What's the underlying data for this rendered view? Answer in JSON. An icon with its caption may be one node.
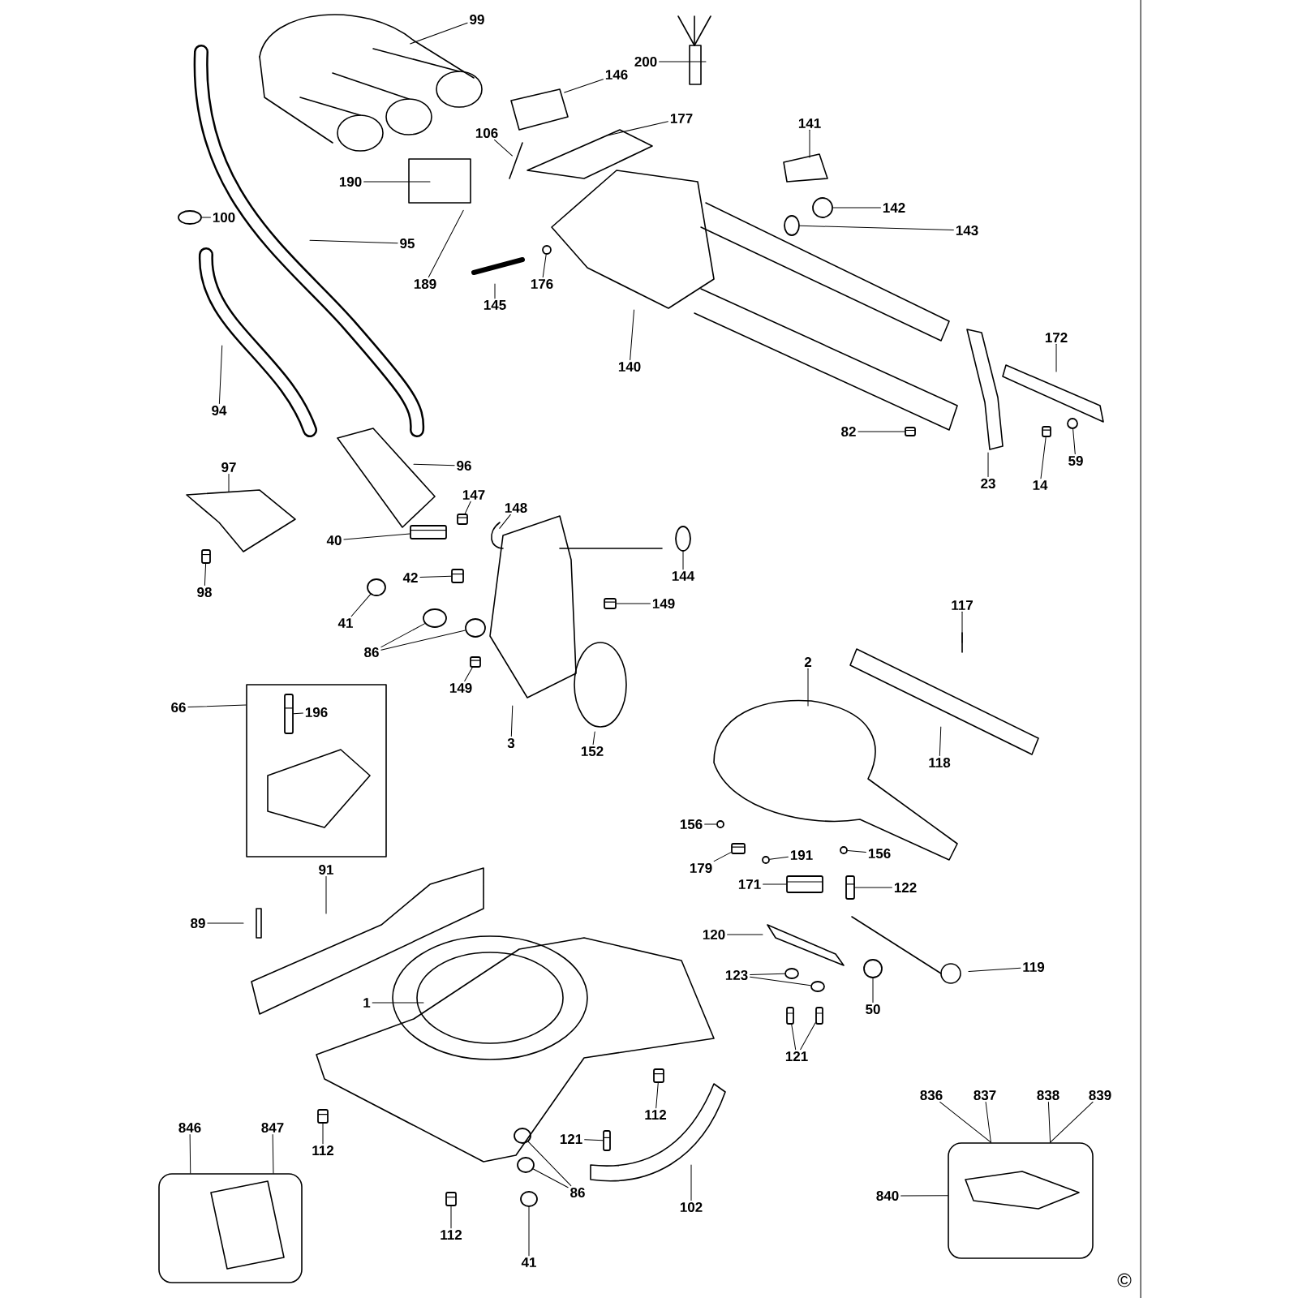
{
  "diagram": {
    "nodes": [
      {
        "text": [
          "99"
        ]
      },
      {
        "text": [
          "200"
        ]
      },
      {
        "text": [
          "146"
        ]
      },
      {
        "text": [
          "177"
        ]
      },
      {
        "text": [
          "106"
        ]
      },
      {
        "text": [
          "141"
        ]
      },
      {
        "text": [
          "142"
        ]
      },
      {
        "text": [
          "143"
        ]
      },
      {
        "text": [
          "190"
        ]
      },
      {
        "text": [
          "100"
        ]
      },
      {
        "text": [
          "95"
        ]
      },
      {
        "text": [
          "189"
        ]
      },
      {
        "text": [
          "145"
        ]
      },
      {
        "text": [
          "176"
        ]
      },
      {
        "text": [
          "140"
        ]
      },
      {
        "text": [
          "172"
        ]
      },
      {
        "text": [
          "82"
        ]
      },
      {
        "text": [
          "59"
        ]
      },
      {
        "text": [
          "23"
        ]
      },
      {
        "text": [
          "14"
        ]
      },
      {
        "text": [
          "94"
        ]
      },
      {
        "text": [
          "97"
        ]
      },
      {
        "text": [
          "96"
        ]
      },
      {
        "text": [
          "147"
        ]
      },
      {
        "text": [
          "148"
        ]
      },
      {
        "text": [
          "40"
        ]
      },
      {
        "text": [
          "42"
        ]
      },
      {
        "text": [
          "98"
        ]
      },
      {
        "text": [
          "41"
        ]
      },
      {
        "text": [
          "144"
        ]
      },
      {
        "text": [
          "149"
        ]
      },
      {
        "text": [
          "86"
        ]
      },
      {
        "text": [
          "149"
        ]
      },
      {
        "text": [
          "3"
        ]
      },
      {
        "text": [
          "152"
        ]
      },
      {
        "text": [
          "117"
        ]
      },
      {
        "text": [
          "2"
        ]
      },
      {
        "text": [
          "118"
        ]
      },
      {
        "text": [],
        "shape": "box"
      },
      {
        "text": [
          "66"
        ]
      },
      {
        "text": [
          "196"
        ],
        "in": 38
      },
      {
        "text": [
          "156"
        ]
      },
      {
        "text": [
          "191"
        ]
      },
      {
        "text": [
          "156"
        ]
      },
      {
        "text": [
          "179"
        ]
      },
      {
        "text": [
          "171"
        ]
      },
      {
        "text": [
          "122"
        ]
      },
      {
        "text": [
          "91"
        ]
      },
      {
        "text": [
          "89"
        ]
      },
      {
        "text": [
          "120"
        ]
      },
      {
        "text": [
          "119"
        ]
      },
      {
        "text": [
          "123"
        ]
      },
      {
        "text": [
          "50"
        ]
      },
      {
        "text": [
          "1"
        ]
      },
      {
        "text": [
          "121"
        ]
      },
      {
        "text": [
          "836"
        ]
      },
      {
        "text": [
          "837"
        ]
      },
      {
        "text": [
          "838"
        ]
      },
      {
        "text": [
          "839"
        ]
      },
      {
        "text": [
          "846"
        ]
      },
      {
        "text": [
          "847"
        ]
      },
      {
        "text": [
          "112"
        ]
      },
      {
        "text": [
          "112"
        ]
      },
      {
        "text": [
          "121"
        ]
      },
      {
        "text": [
          "86"
        ]
      },
      {
        "text": [
          "102"
        ]
      },
      {
        "text": [],
        "shape": "box"
      },
      {
        "text": [
          "840"
        ]
      },
      {
        "text": [],
        "shape": "box"
      },
      {
        "text": [
          "112"
        ]
      },
      {
        "text": [
          "41"
        ]
      },
      {
        "text": [],
        "shape": "circle"
      },
      {
        "text": [],
        "shape": "picture"
      },
      {
        "text": [],
        "shape": "picture",
        "in": 38
      },
      {
        "text": [],
        "shape": "picture"
      },
      {
        "text": [],
        "shape": "circle"
      },
      {
        "text": [],
        "shape": "picture"
      },
      {
        "text": [],
        "shape": "circle"
      },
      {
        "text": [],
        "shape": "picture"
      },
      {
        "text": [],
        "shape": "picture"
      },
      {
        "text": [],
        "shape": "picture"
      },
      {
        "text": [],
        "shape": "circle"
      },
      {
        "text": [],
        "shape": "picture"
      },
      {
        "text": [],
        "shape": "circle"
      },
      {
        "text": [],
        "shape": "circle"
      },
      {
        "text": [],
        "shape": "circle"
      },
      {
        "text": [],
        "shape": "circle"
      },
      {
        "text": [],
        "shape": "picture"
      },
      {
        "text": [],
        "shape": "picture"
      },
      {
        "text": [],
        "shape": "picture"
      },
      {
        "text": [],
        "shape": "circle"
      },
      {
        "text": [],
        "shape": "circle"
      },
      {
        "text": [],
        "shape": "picture"
      },
      {
        "text": [],
        "shape": "circle"
      },
      {
        "text": [],
        "shape": "picture"
      },
      {
        "text": [],
        "shape": "circle"
      },
      {
        "text": [],
        "shape": "circle"
      },
      {
        "text": [],
        "shape": "picture"
      },
      {
        "text": [],
        "shape": "circle"
      },
      {
        "text": [],
        "shape": "picture"
      },
      {
        "text": [],
        "shape": "circle"
      },
      {
        "text": [],
        "shape": "picture"
      },
      {
        "text": [],
        "shape": "circle"
      },
      {
        "text": [],
        "shape": "circle"
      },
      {
        "text": [],
        "shape": "picture"
      },
      {
        "text": [],
        "shape": "picture"
      },
      {
        "text": [],
        "shape": "circle"
      }
    ],
    "edges": [
      {
        "from": 0,
        "to": null,
        "arrow": "none"
      },
      {
        "from": 1,
        "to": null,
        "arrow": "none"
      },
      {
        "from": 2,
        "to": null,
        "arrow": "none"
      },
      {
        "from": 3,
        "to": null,
        "arrow": "none"
      },
      {
        "from": 4,
        "to": null,
        "arrow": "none"
      },
      {
        "from": 5,
        "to": null,
        "arrow": "none"
      },
      {
        "from": 6,
        "to": 100,
        "arrow": "none"
      },
      {
        "from": 7,
        "to": 95,
        "arrow": "none"
      },
      {
        "from": 8,
        "to": null,
        "arrow": "none"
      },
      {
        "from": 9,
        "to": 71,
        "arrow": "none"
      },
      {
        "from": 10,
        "to": null,
        "arrow": "none"
      },
      {
        "from": 11,
        "to": null,
        "arrow": "none"
      },
      {
        "from": 12,
        "to": null,
        "arrow": "none"
      },
      {
        "from": 13,
        "to": 86,
        "arrow": "none"
      },
      {
        "from": 14,
        "to": null,
        "arrow": "none"
      },
      {
        "from": 15,
        "to": null,
        "arrow": "none"
      },
      {
        "from": 16,
        "to": 104,
        "arrow": "none"
      },
      {
        "from": 17,
        "to": 106,
        "arrow": "none"
      },
      {
        "from": 18,
        "to": null,
        "arrow": "none"
      },
      {
        "from": 19,
        "to": 105,
        "arrow": "none"
      },
      {
        "from": 20,
        "to": null,
        "arrow": "none"
      },
      {
        "from": 21,
        "to": null,
        "arrow": "none"
      },
      {
        "from": 22,
        "to": null,
        "arrow": "none"
      },
      {
        "from": 23,
        "to": 80,
        "arrow": "none"
      },
      {
        "from": 24,
        "to": null,
        "arrow": "none"
      },
      {
        "from": 25,
        "to": 76,
        "arrow": "none"
      },
      {
        "from": 26,
        "to": 79,
        "arrow": "none"
      },
      {
        "from": 27,
        "to": 72,
        "arrow": "none"
      },
      {
        "from": 28,
        "to": 75,
        "arrow": "none"
      },
      {
        "from": 29,
        "to": 90,
        "arrow": "none"
      },
      {
        "from": 30,
        "to": 88,
        "arrow": "none"
      },
      {
        "from": 31,
        "to": 77,
        "arrow": "none"
      },
      {
        "from": 31,
        "to": 81,
        "arrow": "none"
      },
      {
        "from": 32,
        "to": 82,
        "arrow": "none"
      },
      {
        "from": 33,
        "to": null,
        "arrow": "none"
      },
      {
        "from": 34,
        "to": null,
        "arrow": "none"
      },
      {
        "from": 35,
        "to": null,
        "arrow": "none"
      },
      {
        "from": 36,
        "to": null,
        "arrow": "none"
      },
      {
        "from": 37,
        "to": null,
        "arrow": "none"
      },
      {
        "from": 39,
        "to": 38,
        "arrow": "none"
      },
      {
        "from": 40,
        "to": 73,
        "arrow": "none"
      },
      {
        "from": 41,
        "to": 91,
        "arrow": "none"
      },
      {
        "from": 42,
        "to": 93,
        "arrow": "none"
      },
      {
        "from": 43,
        "to": 102,
        "arrow": "none"
      },
      {
        "from": 44,
        "to": 92,
        "arrow": "none"
      },
      {
        "from": 45,
        "to": 97,
        "arrow": "none"
      },
      {
        "from": 46,
        "to": 101,
        "arrow": "none"
      },
      {
        "from": 47,
        "to": null,
        "arrow": "none"
      },
      {
        "from": 48,
        "to": null,
        "arrow": "none"
      },
      {
        "from": 49,
        "to": null,
        "arrow": "none"
      },
      {
        "from": 50,
        "to": null,
        "arrow": "none"
      },
      {
        "from": 51,
        "to": 96,
        "arrow": "none"
      },
      {
        "from": 51,
        "to": 98,
        "arrow": "none"
      },
      {
        "from": 52,
        "to": 103,
        "arrow": "none"
      },
      {
        "from": 53,
        "to": null,
        "arrow": "none"
      },
      {
        "from": 54,
        "to": 94,
        "arrow": "none"
      },
      {
        "from": 54,
        "to": 99,
        "arrow": "none"
      },
      {
        "from": 55,
        "to": 68,
        "arrow": "none"
      },
      {
        "from": 56,
        "to": 68,
        "arrow": "none"
      },
      {
        "from": 57,
        "to": 68,
        "arrow": "none"
      },
      {
        "from": 58,
        "to": 68,
        "arrow": "none"
      },
      {
        "from": 59,
        "to": 66,
        "arrow": "none"
      },
      {
        "from": 60,
        "to": 66,
        "arrow": "none"
      },
      {
        "from": 61,
        "to": 74,
        "arrow": "none"
      },
      {
        "from": 62,
        "to": 89,
        "arrow": "none"
      },
      {
        "from": 63,
        "to": 87,
        "arrow": "none"
      },
      {
        "from": 64,
        "to": 83,
        "arrow": "none"
      },
      {
        "from": 64,
        "to": 84,
        "arrow": "none"
      },
      {
        "from": 65,
        "to": null,
        "arrow": "none"
      },
      {
        "from": 67,
        "to": 68,
        "arrow": "none"
      },
      {
        "from": 69,
        "to": 78,
        "arrow": "none"
      },
      {
        "from": 70,
        "to": 85,
        "arrow": "none"
      }
    ],
    "labels": [
      "©"
    ]
  }
}
